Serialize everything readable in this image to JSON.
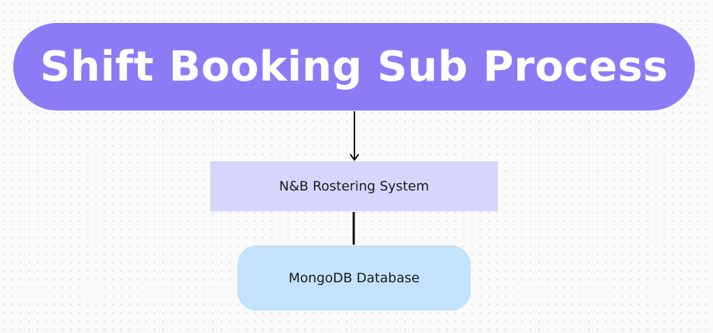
{
  "diagram": {
    "title": "Shift Booking Sub Process",
    "nodes": [
      {
        "id": "rostering",
        "label": "N&B Rostering System"
      },
      {
        "id": "database",
        "label": "MongoDB Database"
      }
    ],
    "edges": [
      {
        "from": "title",
        "to": "rostering",
        "arrow": true
      },
      {
        "from": "rostering",
        "to": "database",
        "arrow": false
      }
    ],
    "colors": {
      "title_fill": "#8b7cf6",
      "rostering_fill": "#d6d6fc",
      "database_fill": "#c2e3fb",
      "connector": "#000000"
    }
  }
}
